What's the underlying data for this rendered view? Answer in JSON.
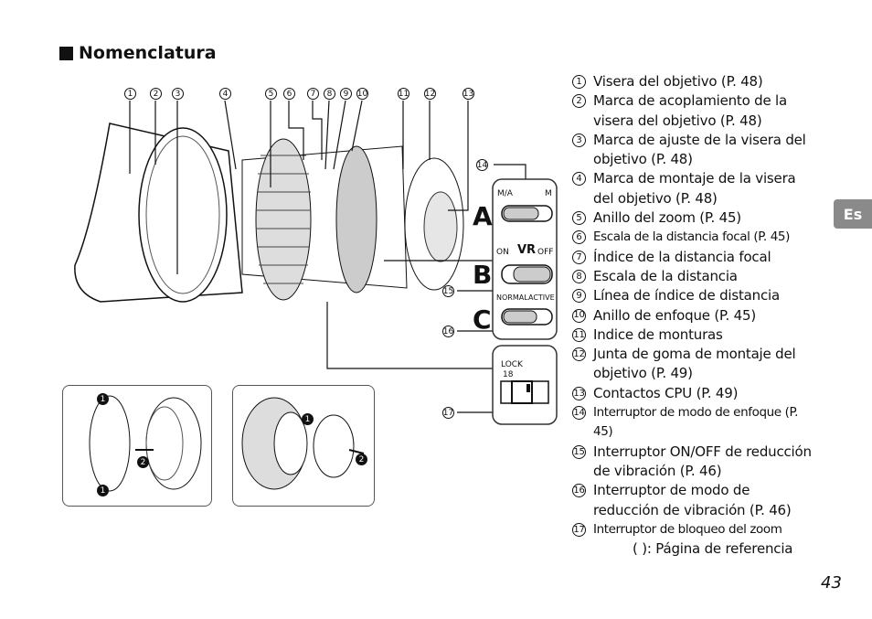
{
  "title": "Nomenclatura",
  "items": [
    {
      "n": "1",
      "text": "Visera del objetivo (P. 48)"
    },
    {
      "n": "2",
      "text": "Marca de acoplamiento de la visera del objetivo (P. 48)"
    },
    {
      "n": "3",
      "text": "Marca de ajuste de la visera del objetivo (P. 48)"
    },
    {
      "n": "4",
      "text": "Marca de montaje de la visera del objetivo (P. 48)"
    },
    {
      "n": "5",
      "text": "Anillo del zoom (P. 45)"
    },
    {
      "n": "6",
      "text": "Escala de la distancia focal (P. 45)"
    },
    {
      "n": "7",
      "text": "Índice de la distancia focal"
    },
    {
      "n": "8",
      "text": "Escala de la distancia"
    },
    {
      "n": "9",
      "text": "Línea de índice de distancia"
    },
    {
      "n": "10",
      "text": "Anillo de enfoque (P. 45)"
    },
    {
      "n": "11",
      "text": "Indice de monturas"
    },
    {
      "n": "12",
      "text": "Junta de goma de montaje del objetivo (P. 49)"
    },
    {
      "n": "13",
      "text": "Contactos CPU (P. 49)"
    },
    {
      "n": "14",
      "text": "Interruptor de modo de enfoque (P. 45)"
    },
    {
      "n": "15",
      "text": "Interruptor ON/OFF de reducción de vibración (P. 46)"
    },
    {
      "n": "16",
      "text": "Interruptor de modo de reducción de vibración (P. 46)"
    },
    {
      "n": "17",
      "text": "Interruptor de bloqueo del zoom"
    }
  ],
  "reference_note": "(     ): Página de referencia",
  "language_tab": "Es",
  "page_number": "43",
  "switch_panel": {
    "a": "A",
    "b": "B",
    "c": "C",
    "ma": "M/A",
    "m": "M",
    "on": "ON",
    "vr": "VR",
    "off": "OFF",
    "normal": "NORMAL",
    "active": "ACTIVE",
    "lock": "LOCK",
    "lock_focal": "18"
  },
  "callouts_top": [
    "1",
    "2",
    "3",
    "4",
    "5",
    "6",
    "7",
    "8",
    "9",
    "10",
    "11",
    "12",
    "13"
  ],
  "callouts_side": [
    "14",
    "15",
    "16",
    "17"
  ],
  "inset_steps": [
    "1",
    "2"
  ]
}
